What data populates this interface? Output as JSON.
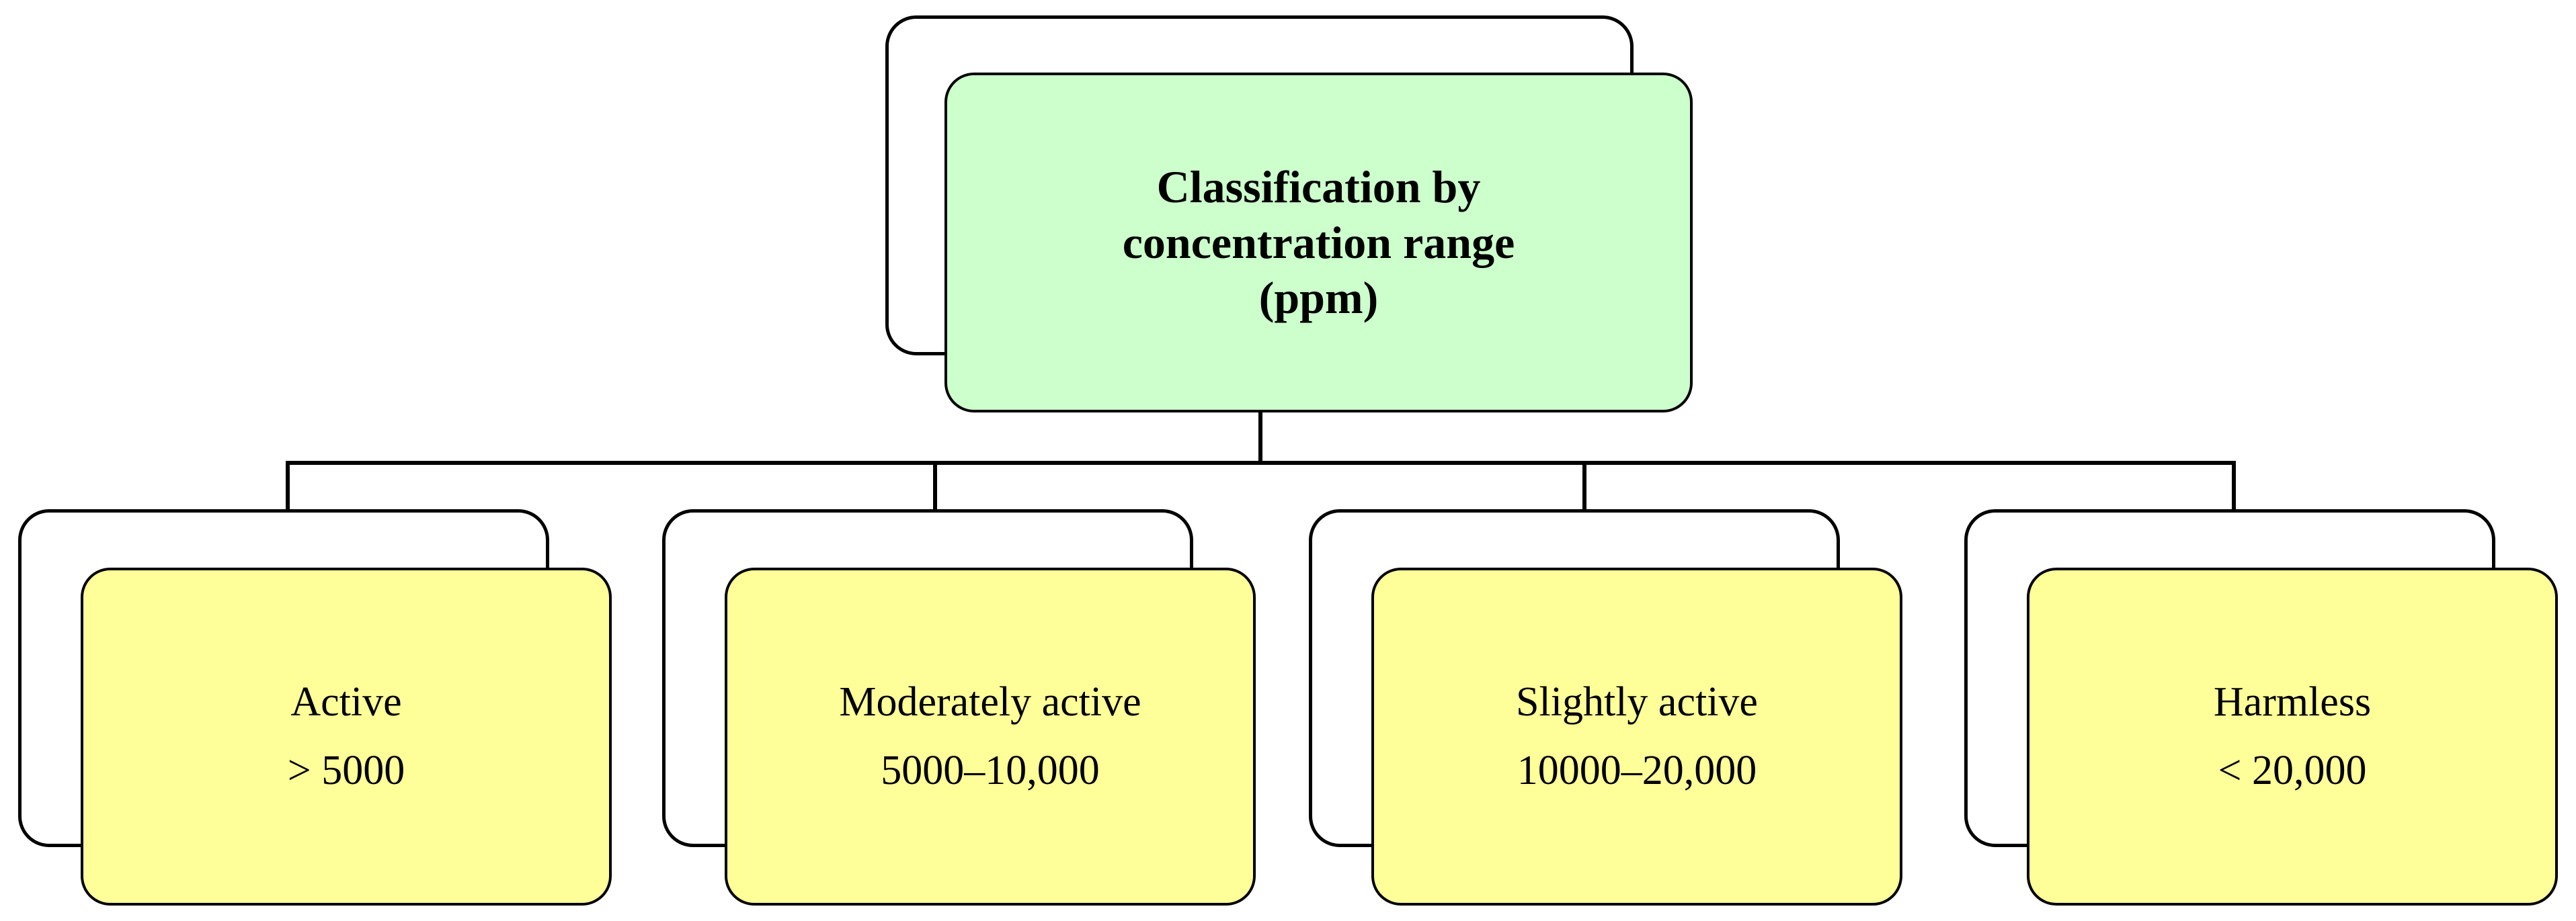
{
  "diagram": {
    "type": "tree-hierarchy",
    "orientation": "top-down",
    "root": {
      "lines": [
        "Classification by",
        "concentration range",
        "(ppm)"
      ],
      "fill_color": "#CCFFCC",
      "border_color": "#000000",
      "text_color": "#000000",
      "bold": true
    },
    "children": [
      {
        "title": "Active",
        "range": "> 5000",
        "fill_color": "#FFFF99",
        "border_color": "#000000",
        "text_color": "#000000"
      },
      {
        "title": "Moderately active",
        "range": "5000–10,000",
        "fill_color": "#FFFF99",
        "border_color": "#000000",
        "text_color": "#000000"
      },
      {
        "title": "Slightly active",
        "range": "10000–20,000",
        "fill_color": "#FFFF99",
        "border_color": "#000000",
        "text_color": "#000000"
      },
      {
        "title": "Harmless",
        "range": "< 20,000",
        "fill_color": "#FFFF99",
        "border_color": "#000000",
        "text_color": "#000000"
      }
    ],
    "connector_color": "#000000",
    "background_color": "#FFFFFF"
  }
}
